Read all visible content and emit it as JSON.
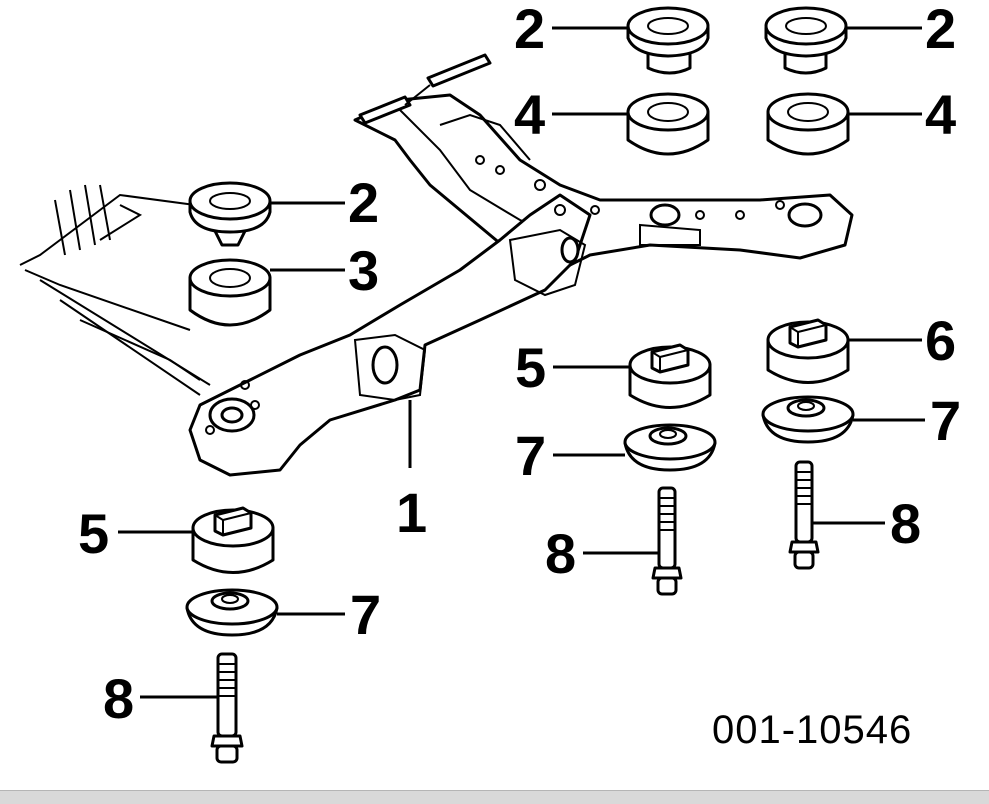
{
  "diagram": {
    "reference_code": "001-10546",
    "callouts": [
      "1",
      "2",
      "3",
      "4",
      "5",
      "6",
      "7",
      "8"
    ],
    "parts": [
      {
        "id": "p2-top-center",
        "label_index": 1,
        "kind": "upper-cushion"
      },
      {
        "id": "p2-top-right",
        "label_index": 1,
        "kind": "upper-cushion"
      },
      {
        "id": "p4-center",
        "label_index": 3,
        "kind": "spacer-cushion"
      },
      {
        "id": "p4-right",
        "label_index": 3,
        "kind": "spacer-cushion"
      },
      {
        "id": "p2-left",
        "label_index": 1,
        "kind": "upper-cushion"
      },
      {
        "id": "p3-left",
        "label_index": 2,
        "kind": "spacer-cushion"
      },
      {
        "id": "p5-center",
        "label_index": 4,
        "kind": "lower-cushion"
      },
      {
        "id": "p6-right",
        "label_index": 5,
        "kind": "lower-cushion"
      },
      {
        "id": "p7-center",
        "label_index": 6,
        "kind": "retainer"
      },
      {
        "id": "p7-right",
        "label_index": 6,
        "kind": "retainer"
      },
      {
        "id": "p8-center",
        "label_index": 7,
        "kind": "bolt"
      },
      {
        "id": "p8-right",
        "label_index": 7,
        "kind": "bolt"
      },
      {
        "id": "p5-left",
        "label_index": 4,
        "kind": "lower-cushion"
      },
      {
        "id": "p7-left",
        "label_index": 6,
        "kind": "retainer"
      },
      {
        "id": "p8-left",
        "label_index": 7,
        "kind": "bolt"
      },
      {
        "id": "frame",
        "label_index": 0,
        "kind": "frame"
      }
    ]
  }
}
